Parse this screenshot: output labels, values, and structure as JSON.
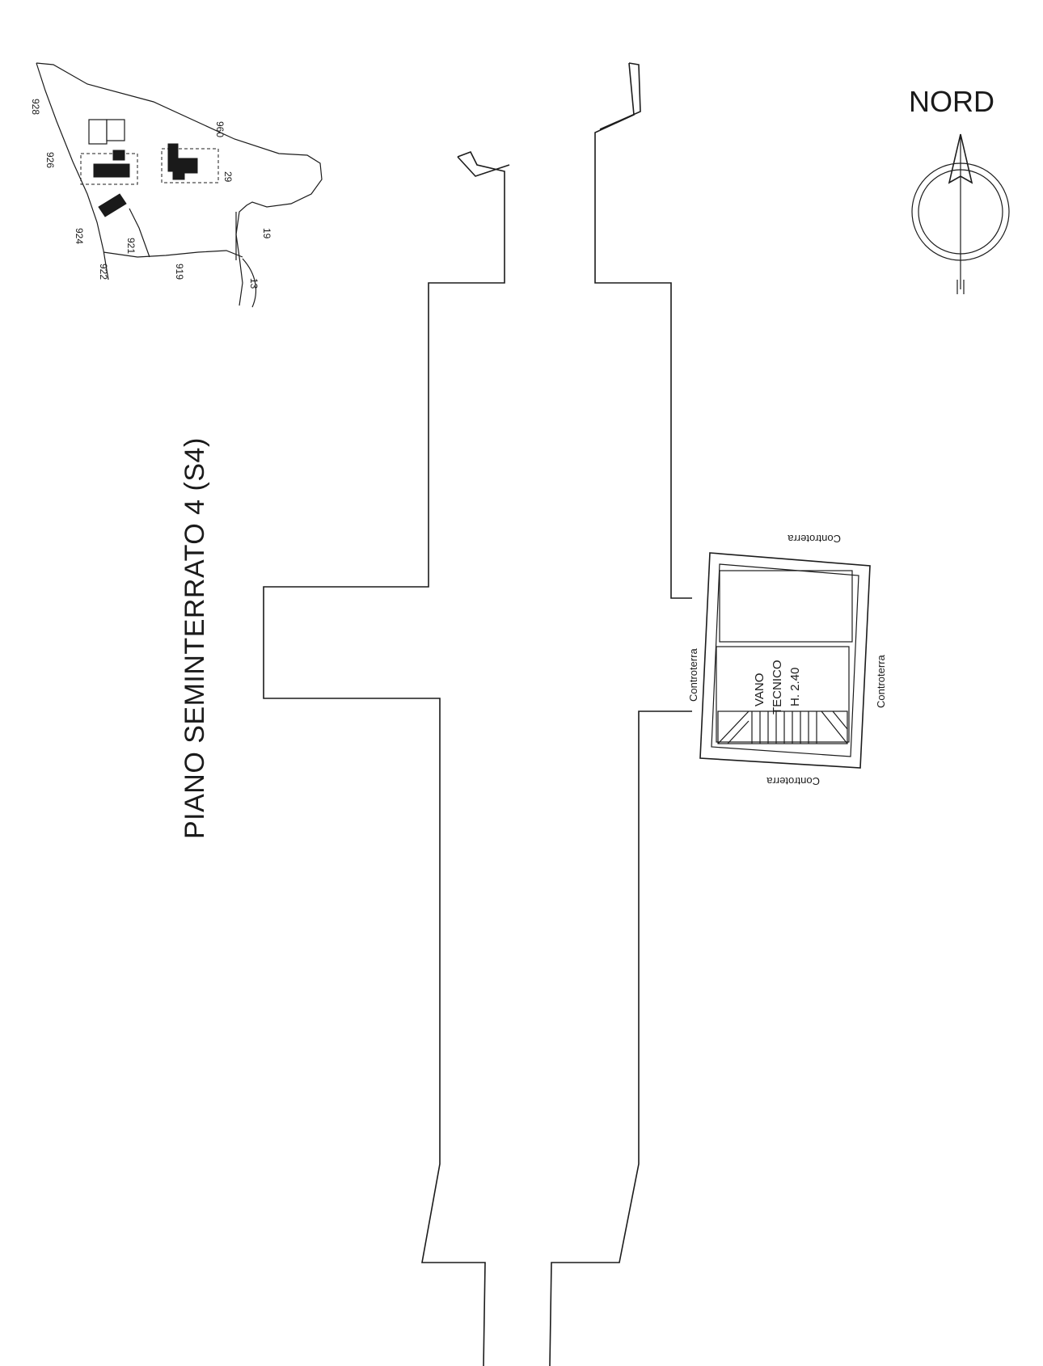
{
  "title": "PIANO SEMINTERRATO 4 (S4)",
  "north": {
    "label": "NORD",
    "icon": "north-arrow-icon"
  },
  "room": {
    "line1": "VANO",
    "line2": "TECNICO",
    "line3": "H. 2.40"
  },
  "ground_labels": {
    "top": "Controterra",
    "bottom": "Controterra",
    "left": "Controterra",
    "right": "Controterra"
  },
  "site_map": {
    "parcels": [
      "928",
      "926",
      "960",
      "29",
      "924",
      "921",
      "922",
      "919",
      "19",
      "13"
    ]
  }
}
